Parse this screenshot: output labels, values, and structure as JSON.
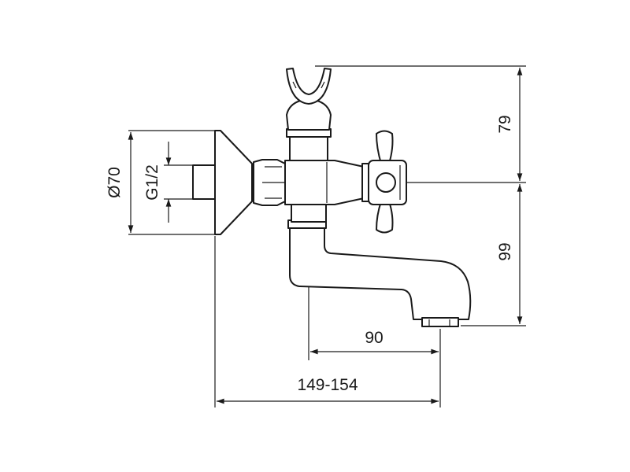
{
  "drawing": {
    "dimensions": {
      "flange_diameter": "Ø70",
      "thread": "G1/2",
      "height_above_axis": "79",
      "height_below_axis": "99",
      "spout_reach": "90",
      "total_reach": "149-154"
    },
    "line_color": "#1a1a1a",
    "background": "#ffffff"
  }
}
